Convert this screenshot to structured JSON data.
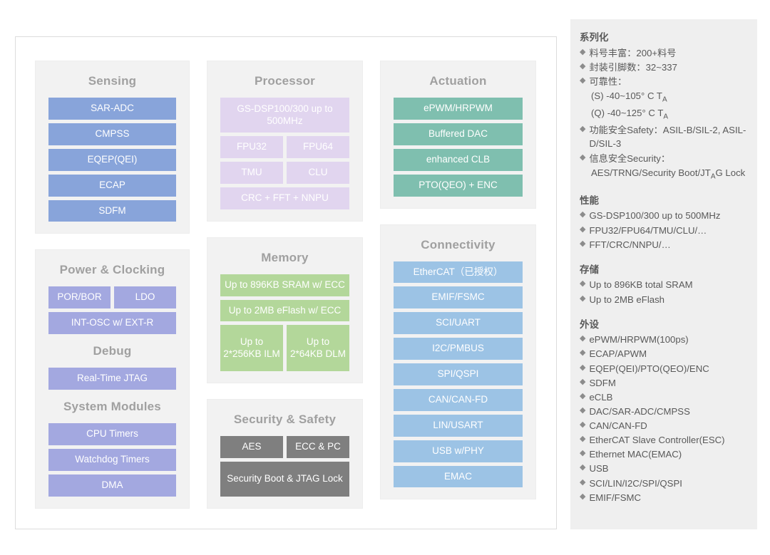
{
  "diagram": {
    "columns": [
      {
        "name": "column-left",
        "groups": [
          {
            "id": "sensing",
            "title": "Sensing",
            "color": "#88a4da",
            "rows": [
              {
                "cells": [
                  {
                    "label": "SAR-ADC"
                  }
                ]
              },
              {
                "cells": [
                  {
                    "label": "CMPSS"
                  }
                ]
              },
              {
                "cells": [
                  {
                    "label": "EQEP(QEI)"
                  }
                ]
              },
              {
                "cells": [
                  {
                    "label": "ECAP"
                  }
                ]
              },
              {
                "cells": [
                  {
                    "label": "SDFM"
                  }
                ]
              }
            ]
          },
          {
            "id": "power-clocking",
            "title": "Power & Clocking",
            "color": "#a3a8e0",
            "rows": [
              {
                "cells": [
                  {
                    "label": "POR/BOR"
                  },
                  {
                    "label": "LDO"
                  }
                ]
              },
              {
                "cells": [
                  {
                    "label": "INT-OSC w/ EXT-R"
                  }
                ]
              }
            ],
            "subsections": [
              {
                "title": "Debug",
                "rows": [
                  {
                    "cells": [
                      {
                        "label": "Real-Time JTAG"
                      }
                    ]
                  }
                ]
              },
              {
                "title": "System Modules",
                "rows": [
                  {
                    "cells": [
                      {
                        "label": "CPU Timers"
                      }
                    ]
                  },
                  {
                    "cells": [
                      {
                        "label": "Watchdog Timers"
                      }
                    ]
                  },
                  {
                    "cells": [
                      {
                        "label": "DMA"
                      }
                    ]
                  }
                ]
              }
            ]
          }
        ]
      },
      {
        "name": "column-middle",
        "groups": [
          {
            "id": "processor",
            "title": "Processor",
            "color": "#e1d5ef",
            "rows": [
              {
                "cells": [
                  {
                    "label": "GS-DSP100/300 up to 500MHz"
                  }
                ]
              },
              {
                "cells": [
                  {
                    "label": "FPU32"
                  },
                  {
                    "label": "FPU64"
                  }
                ]
              },
              {
                "cells": [
                  {
                    "label": "TMU"
                  },
                  {
                    "label": "CLU"
                  }
                ]
              },
              {
                "cells": [
                  {
                    "label": "CRC + FFT + NNPU"
                  }
                ]
              }
            ]
          },
          {
            "id": "memory",
            "title": "Memory",
            "color": "#b3d79a",
            "rows": [
              {
                "cells": [
                  {
                    "label": "Up to 896KB SRAM w/ ECC"
                  }
                ]
              },
              {
                "cells": [
                  {
                    "label": "Up to 2MB eFlash w/ ECC"
                  }
                ]
              },
              {
                "cells": [
                  {
                    "label": "Up to 2*256KB ILM"
                  },
                  {
                    "label": "Up to 2*64KB DLM"
                  }
                ]
              }
            ]
          },
          {
            "id": "security-safety",
            "title": "Security & Safety",
            "color": "#7f7f7f",
            "rows": [
              {
                "cells": [
                  {
                    "label": "AES"
                  },
                  {
                    "label": "ECC & PC"
                  }
                ]
              },
              {
                "cells": [
                  {
                    "label": "Security Boot & JTAG Lock"
                  }
                ]
              }
            ]
          }
        ]
      },
      {
        "name": "column-right",
        "groups": [
          {
            "id": "actuation",
            "title": "Actuation",
            "color": "#7fbfaf",
            "rows": [
              {
                "cells": [
                  {
                    "label": "ePWM/HRPWM"
                  }
                ]
              },
              {
                "cells": [
                  {
                    "label": "Buffered DAC"
                  }
                ]
              },
              {
                "cells": [
                  {
                    "label": "enhanced CLB"
                  }
                ]
              },
              {
                "cells": [
                  {
                    "label": "PTO(QEO) + ENC"
                  }
                ]
              }
            ]
          },
          {
            "id": "connectivity",
            "title": "Connectivity",
            "color": "#9cc3e5",
            "rows": [
              {
                "cells": [
                  {
                    "label": "EtherCAT（已授权）"
                  }
                ]
              },
              {
                "cells": [
                  {
                    "label": "EMIF/FSMC"
                  }
                ]
              },
              {
                "cells": [
                  {
                    "label": "SCI/UART"
                  }
                ]
              },
              {
                "cells": [
                  {
                    "label": "I2C/PMBUS"
                  }
                ]
              },
              {
                "cells": [
                  {
                    "label": "SPI/QSPI"
                  }
                ]
              },
              {
                "cells": [
                  {
                    "label": "CAN/CAN-FD"
                  }
                ]
              },
              {
                "cells": [
                  {
                    "label": "LIN/USART"
                  }
                ]
              },
              {
                "cells": [
                  {
                    "label": "USB w/PHY"
                  }
                ]
              },
              {
                "cells": [
                  {
                    "label": "EMAC"
                  }
                ]
              }
            ]
          }
        ]
      }
    ]
  },
  "spec_panel": {
    "bullet_glyph": "◆",
    "sections": [
      {
        "heading": "系列化",
        "items": [
          {
            "type": "bullet",
            "text": "料号丰富：200+料号"
          },
          {
            "type": "bullet",
            "text": "封装引脚数：32~337"
          },
          {
            "type": "bullet",
            "text": "可靠性："
          },
          {
            "type": "plain",
            "text": "(S) -40~105° C TA"
          },
          {
            "type": "plain",
            "text": "(Q) -40~125° C TA"
          },
          {
            "type": "bullet",
            "text": "功能安全Safety：ASIL-B/SIL-2, ASIL-D/SIL-3"
          },
          {
            "type": "bullet",
            "text": "信息安全Security："
          },
          {
            "type": "plain",
            "text": "AES/TRNG/Security Boot/JTAG Lock"
          }
        ]
      },
      {
        "heading": "性能",
        "items": [
          {
            "type": "bullet",
            "text": "GS-DSP100/300 up to 500MHz"
          },
          {
            "type": "bullet",
            "text": "FPU32/FPU64/TMU/CLU/…"
          },
          {
            "type": "bullet",
            "text": "FFT/CRC/NNPU/…"
          }
        ]
      },
      {
        "heading": "存储",
        "items": [
          {
            "type": "bullet",
            "text": "Up to 896KB total SRAM"
          },
          {
            "type": "bullet",
            "text": "Up to 2MB eFlash"
          }
        ]
      },
      {
        "heading": "外设",
        "items": [
          {
            "type": "bullet",
            "text": "ePWM/HRPWM(100ps)"
          },
          {
            "type": "bullet",
            "text": "ECAP/APWM"
          },
          {
            "type": "bullet",
            "text": "EQEP(QEI)/PTO(QEO)/ENC"
          },
          {
            "type": "bullet",
            "text": "SDFM"
          },
          {
            "type": "bullet",
            "text": "eCLB"
          },
          {
            "type": "bullet",
            "text": "DAC/SAR-ADC/CMPSS"
          },
          {
            "type": "bullet",
            "text": "CAN/CAN-FD"
          },
          {
            "type": "bullet",
            "text": "EtherCAT Slave Controller(ESC)"
          },
          {
            "type": "bullet",
            "text": "Ethernet MAC(EMAC)"
          },
          {
            "type": "bullet",
            "text": "USB"
          },
          {
            "type": "bullet",
            "text": "SCI/LIN/I2C/SPI/QSPI"
          },
          {
            "type": "bullet",
            "text": "EMIF/FSMC"
          }
        ]
      }
    ]
  }
}
